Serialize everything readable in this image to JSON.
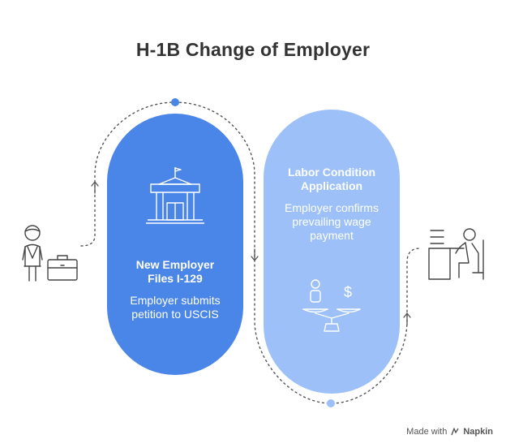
{
  "title": "H-1B Change of Employer",
  "steps": [
    {
      "title": "New Employer Files I-129",
      "description": "Employer submits petition to USCIS",
      "icon": "government-building-icon",
      "color": "#4a85e8"
    },
    {
      "title": "Labor Condition Application",
      "description": "Employer confirms prevailing wage payment",
      "icon": "balance-scale-icon",
      "color": "#9cc0f7"
    }
  ],
  "left_icon": "employee-with-briefcase-icon",
  "right_icon": "worker-at-desk-icon",
  "footer": {
    "prefix": "Made with",
    "brand": "Napkin"
  }
}
